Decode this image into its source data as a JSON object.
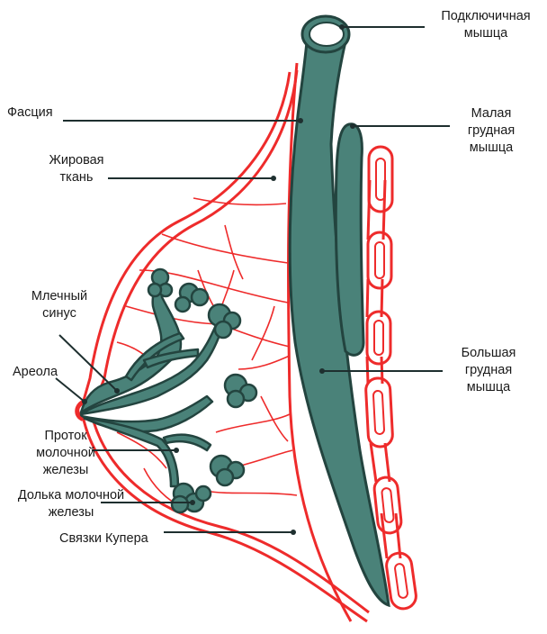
{
  "colors": {
    "muscle_fill": "#4a8279",
    "muscle_stroke": "#23443f",
    "tissue_red": "#ee2b2b",
    "line": "#1e2f2f",
    "text": "#1a1a1a",
    "background": "#ffffff"
  },
  "labels": {
    "subclavian": "Подключичная\nмышца",
    "fascia": "Фасция",
    "fat": "Жировая\nткань",
    "pec_minor": "Малая\nгрудная\nмышца",
    "milk_sinus": "Млечный\nсинус",
    "areola": "Ареола",
    "pec_major": "Большая\nгрудная\nмышца",
    "duct": "Проток\nмолочной\nжелезы",
    "lobule": "Долька молочной\nжелезы",
    "cooper": "Связки Купера"
  }
}
